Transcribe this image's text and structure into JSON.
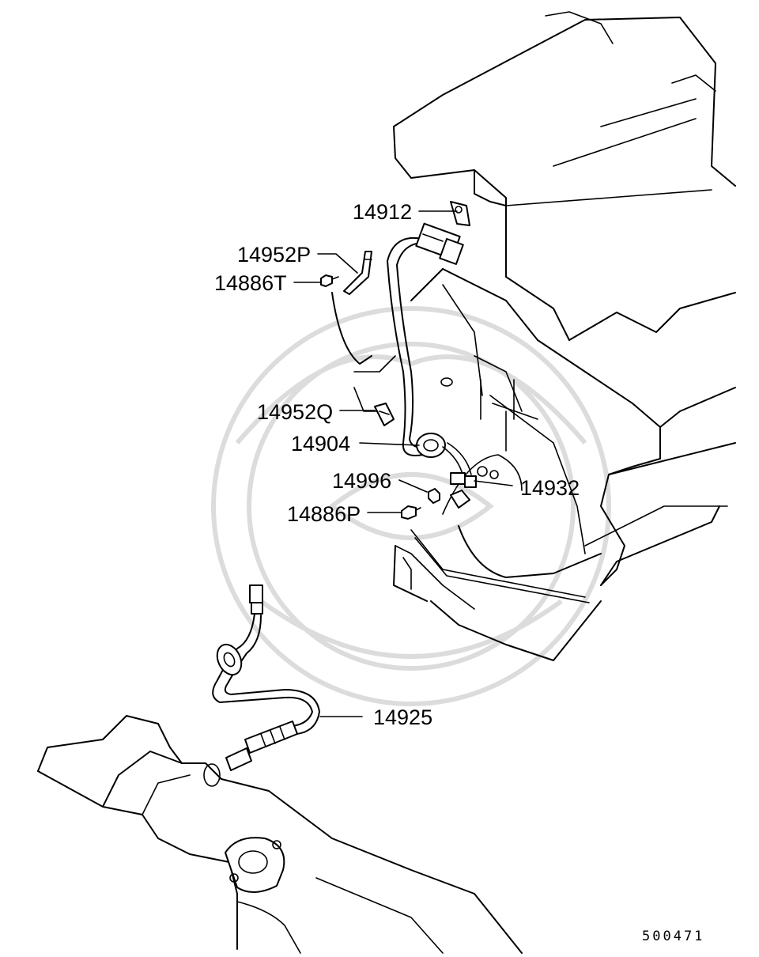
{
  "figure_number": "500471",
  "callouts": [
    {
      "id": "c-14912",
      "text": "14912"
    },
    {
      "id": "c-14952P",
      "text": "14952P"
    },
    {
      "id": "c-14886T",
      "text": "14886T"
    },
    {
      "id": "c-14952Q",
      "text": "14952Q"
    },
    {
      "id": "c-14904",
      "text": "14904"
    },
    {
      "id": "c-14996",
      "text": "14996"
    },
    {
      "id": "c-14932",
      "text": "14932"
    },
    {
      "id": "c-14886P",
      "text": "14886P"
    },
    {
      "id": "c-14925",
      "text": "14925"
    }
  ]
}
